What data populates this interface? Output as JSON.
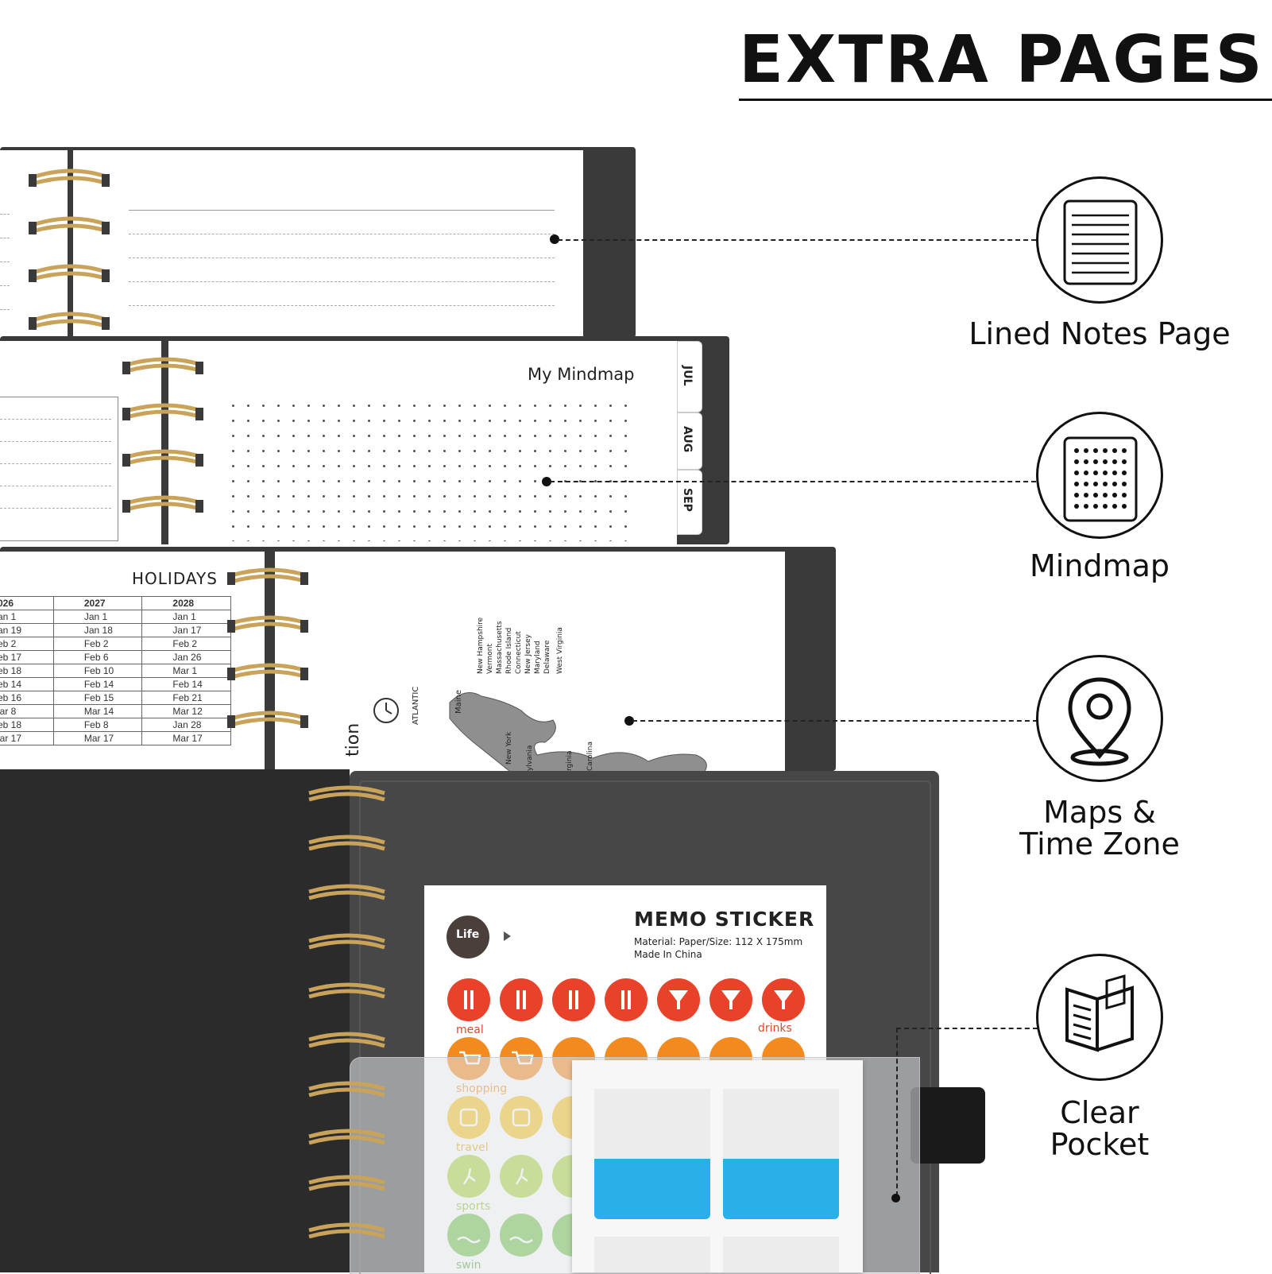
{
  "title": "EXTRA PAGES",
  "features": [
    {
      "label": "Lined Notes Page",
      "icon": "lined-page-icon"
    },
    {
      "label": "Mindmap",
      "icon": "dot-grid-icon"
    },
    {
      "label_line1": "Maps &",
      "label_line2": "Time Zone",
      "icon": "location-pin-icon"
    },
    {
      "label_line1": "Clear",
      "label_line2": "Pocket",
      "icon": "open-book-icon"
    }
  ],
  "mindmap": {
    "title": "My Mindmap",
    "tabs": [
      "JUL",
      "AUG",
      "SEP"
    ]
  },
  "holidays": {
    "title": "HOLIDAYS",
    "header": [
      "026",
      "2027",
      "2028"
    ],
    "rows": [
      [
        "an 1",
        "Jan 1",
        "Jan 1"
      ],
      [
        "an 19",
        "Jan 18",
        "Jan 17"
      ],
      [
        "eb 2",
        "Feb 2",
        "Feb 2"
      ],
      [
        "eb 17",
        "Feb 6",
        "Jan 26"
      ],
      [
        "eb 18",
        "Feb 10",
        "Mar 1"
      ],
      [
        "eb 14",
        "Feb 14",
        "Feb 14"
      ],
      [
        "eb 16",
        "Feb 15",
        "Feb 21"
      ],
      [
        "lar 8",
        "Mar 14",
        "Mar 12"
      ],
      [
        "eb 18",
        "Feb 8",
        "Jan 28"
      ],
      [
        "lar 17",
        "Mar 17",
        "Mar 17"
      ]
    ]
  },
  "map": {
    "ocean_label": "ATLANTIC",
    "side_label": "tion",
    "states": [
      "New Hampshire",
      "Vermont",
      "Massachusetts",
      "Rhode Island",
      "Connecticut",
      "New Jersey",
      "Maryland",
      "Delaware",
      "West Virginia"
    ],
    "inner_labels": [
      "Maine",
      "New York",
      "ylvania",
      "rginia",
      "Carolina"
    ]
  },
  "sticker": {
    "badge": "Life",
    "title": "MEMO STICKER",
    "material": "Material: Paper/Size: 112 X 175mm",
    "origin": "Made In China",
    "categories": [
      "meal",
      "drinks",
      "shopping",
      "travel",
      "sports",
      "swin"
    ]
  },
  "colors": {
    "cover": "#3a3a3a",
    "cover_dark": "#2b2b2b",
    "spiral": "#c9a35a",
    "sticker_red": "#e8432a",
    "sticker_orange": "#f28a1e",
    "sticker_yellow": "#f5c21b",
    "sticker_green": "#a7d43a",
    "flag_blue": "#2ab0e8"
  }
}
